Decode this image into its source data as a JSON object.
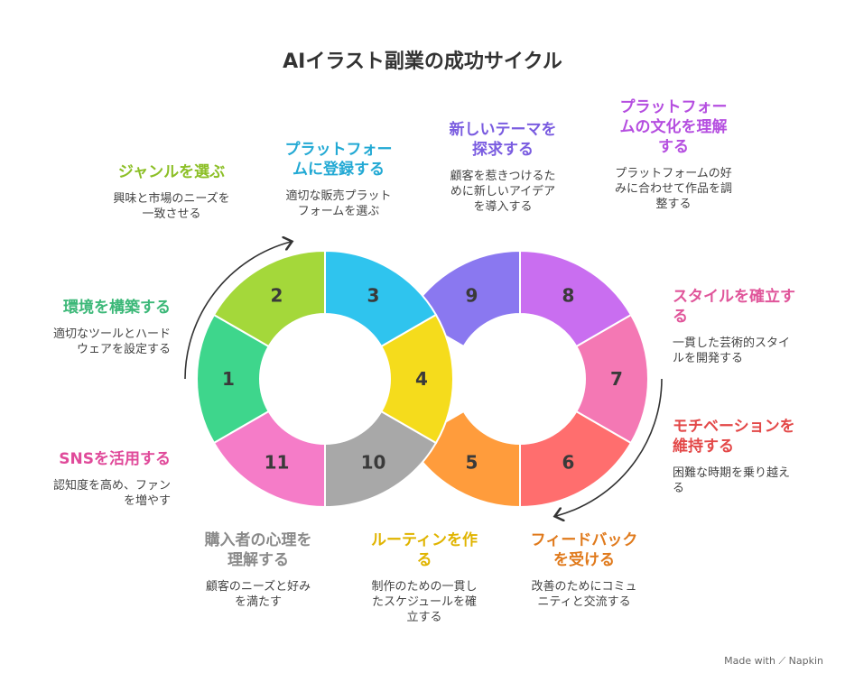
{
  "title": "AIイラスト副業の成功サイクル",
  "segments": [
    {
      "num": "1",
      "color": "#3ed68c"
    },
    {
      "num": "2",
      "color": "#a4d83a"
    },
    {
      "num": "3",
      "color": "#2fc4ee"
    },
    {
      "num": "4",
      "color": "#f5dc1c"
    },
    {
      "num": "5",
      "color": "#ff9c3c"
    },
    {
      "num": "6",
      "color": "#ff6e6e"
    },
    {
      "num": "7",
      "color": "#f478b4"
    },
    {
      "num": "8",
      "color": "#c96ef0"
    },
    {
      "num": "9",
      "color": "#8a78f0"
    },
    {
      "num": "10",
      "color": "#a8a8a8"
    },
    {
      "num": "11",
      "color": "#f57cc8"
    }
  ],
  "labels": {
    "l1": {
      "title": "環境を構築する",
      "desc": "適切なツールとハード\nウェアを設定する",
      "color": "#3cb878"
    },
    "l2": {
      "title": "ジャンルを選ぶ",
      "desc": "興味と市場のニーズを\n一致させる",
      "color": "#8cbf26"
    },
    "l3": {
      "title": "プラットフォー\nムに登録する",
      "desc": "適切な販売プラット\nフォームを選ぶ",
      "color": "#22a9d4"
    },
    "l4": {
      "title": "ルーティンを作\nる",
      "desc": "制作のための一貫し\nたスケジュールを確\n立する",
      "color": "#e0b400"
    },
    "l5": {
      "title": "フィードバック\nを受ける",
      "desc": "改善のためにコミュ\nニティと交流する",
      "color": "#e07a1c"
    },
    "l6": {
      "title": "モチベーションを\n維持する",
      "desc": "困難な時期を乗り越え\nる",
      "color": "#e34848"
    },
    "l7": {
      "title": "スタイルを確立す\nる",
      "desc": "一貫した芸術的スタイ\nルを開発する",
      "color": "#e0559a"
    },
    "l8": {
      "title": "プラットフォー\nムの文化を理解\nする",
      "desc": "プラットフォームの好\nみに合わせて作品を調\n整する",
      "color": "#b54ee0"
    },
    "l9": {
      "title": "新しいテーマを\n探求する",
      "desc": "顧客を惹きつけるた\nめに新しいアイデア\nを導入する",
      "color": "#7a5ce0"
    },
    "l10": {
      "title": "購入者の心理を\n理解する",
      "desc": "顧客のニーズと好み\nを満たす",
      "color": "#8a8a8a"
    },
    "l11": {
      "title": "SNSを活用する",
      "desc": "認知度を高め、ファン\nを増やす",
      "color": "#e04a9a"
    }
  },
  "footer": {
    "made_with": "Made with",
    "brand": "Napkin"
  }
}
